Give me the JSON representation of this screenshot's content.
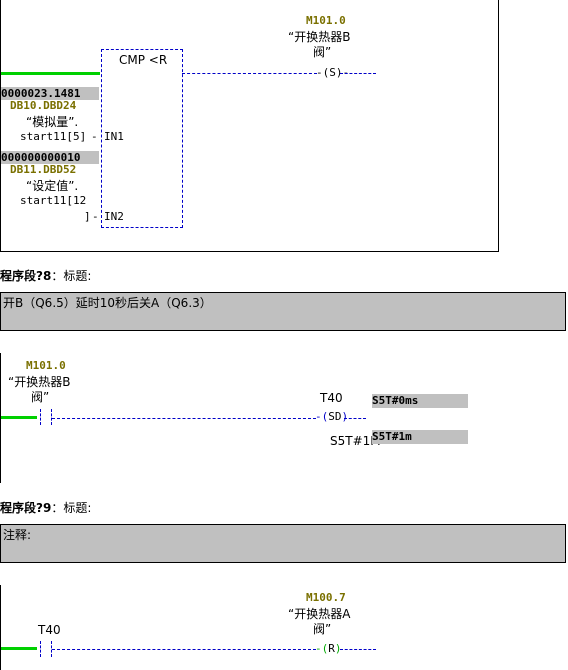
{
  "network7": {
    "coil_address": "M101.0",
    "coil_symbol_line1": "“开换热器B",
    "coil_symbol_line2": "阀”",
    "coil_type": "S",
    "block_title": "CMP <R",
    "in1_value": "0000023.1481",
    "in1_address": "DB10.DBD24",
    "in1_symbol_line1": "“模拟量”.",
    "in1_symbol_line2": "start11[5]",
    "in1_pin": "IN1",
    "in2_value": "000000000010",
    "in2_address": "DB11.DBD52",
    "in2_symbol_line1": "“设定值”.",
    "in2_symbol_line2": "start11[12",
    "in2_symbol_line3": "]",
    "in2_pin": "IN2"
  },
  "network8": {
    "header_label": "程序段?8",
    "header_title": "：标题:",
    "comment": "开B（Q6.5）延时10秒后关A（Q6.3）",
    "contact_address": "M101.0",
    "contact_symbol_line1": "“开换热器B",
    "contact_symbol_line2": "阀”",
    "timer_name": "T40",
    "timer_coil": "SD",
    "timer_value_label": "S5T#1M",
    "status_value1": "S5T#0ms",
    "status_value2": "S5T#1m"
  },
  "network9": {
    "header_label": "程序段?9",
    "header_title": "：标题:",
    "comment": "注释:",
    "coil_address": "M100.7",
    "coil_symbol_line1": "“开换热器A",
    "coil_symbol_line2": "阀”",
    "coil_type": "R",
    "contact_name": "T40"
  },
  "colors": {
    "power_rail": "#00d000",
    "wire": "#0000c8",
    "address": "#7a7000",
    "comment_bg": "#c0c0c0"
  }
}
